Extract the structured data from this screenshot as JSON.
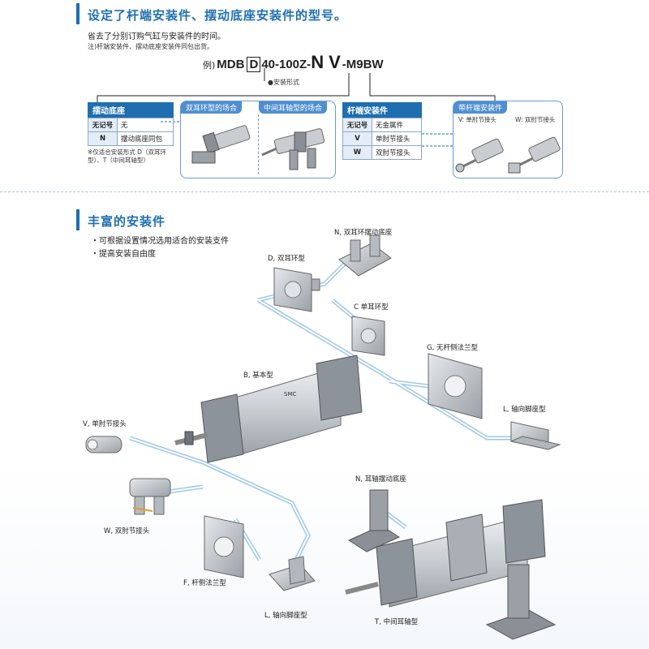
{
  "section1": {
    "title": "设定了杆端安装件、摆动底座安装件的型号。",
    "line1": "省去了分别订购气缸与安装件的时间。",
    "line2": "注)杆端安装件、摆动底座安装件同包出货。",
    "example_prefix": "例)",
    "model_mdb": "MDB",
    "model_d": "D",
    "model_mid": "40-100Z-",
    "model_n": "N",
    "model_v": "V",
    "model_end": "-M9BW",
    "mount_type_label": "●安装形式"
  },
  "swing_table": {
    "header": "摆动底座",
    "rows": [
      {
        "key": "无记号",
        "value": "无"
      },
      {
        "key": "N",
        "value": "摆动底座同包"
      }
    ],
    "note": "※仅适合安装形式 D（双耳环型）、T（中间耳轴型）"
  },
  "panel_double_clevis": {
    "title": "双耳环型的场合"
  },
  "panel_center_trunnion": {
    "title": "中间耳轴型的场合"
  },
  "rod_table": {
    "header": "杆端安装件",
    "rows": [
      {
        "key": "无记号",
        "value": "无金属件"
      },
      {
        "key": "V",
        "value": "单肘节接头"
      },
      {
        "key": "W",
        "value": "双肘节接头"
      }
    ]
  },
  "panel_rod_end": {
    "title": "带杆端安装件",
    "v_label": "V: 单肘节接头",
    "w_label": "W: 双肘节接头"
  },
  "section2": {
    "title": "丰富的安装件",
    "bullet1": "・可根据设置情况选用适合的安装支件",
    "bullet2": "・提高安装自由度"
  },
  "diagram_labels": {
    "n_top": "N, 双耳环摆动底座",
    "d": "D, 双耳环型",
    "c": "C  单耳环型",
    "g": "G, 无杆侧法兰型",
    "b": "B, 基本型",
    "l_right": "L, 轴向脚座型",
    "v": "V, 单肘节接头",
    "w": "W, 双肘节接头",
    "f": "F, 杆侧法兰型",
    "l_bottom": "L, 轴向脚座型",
    "n_trunnion": "N, 耳轴摆动底座",
    "t": "T, 中间耳轴型"
  },
  "cylinder_logo": "SMC"
}
